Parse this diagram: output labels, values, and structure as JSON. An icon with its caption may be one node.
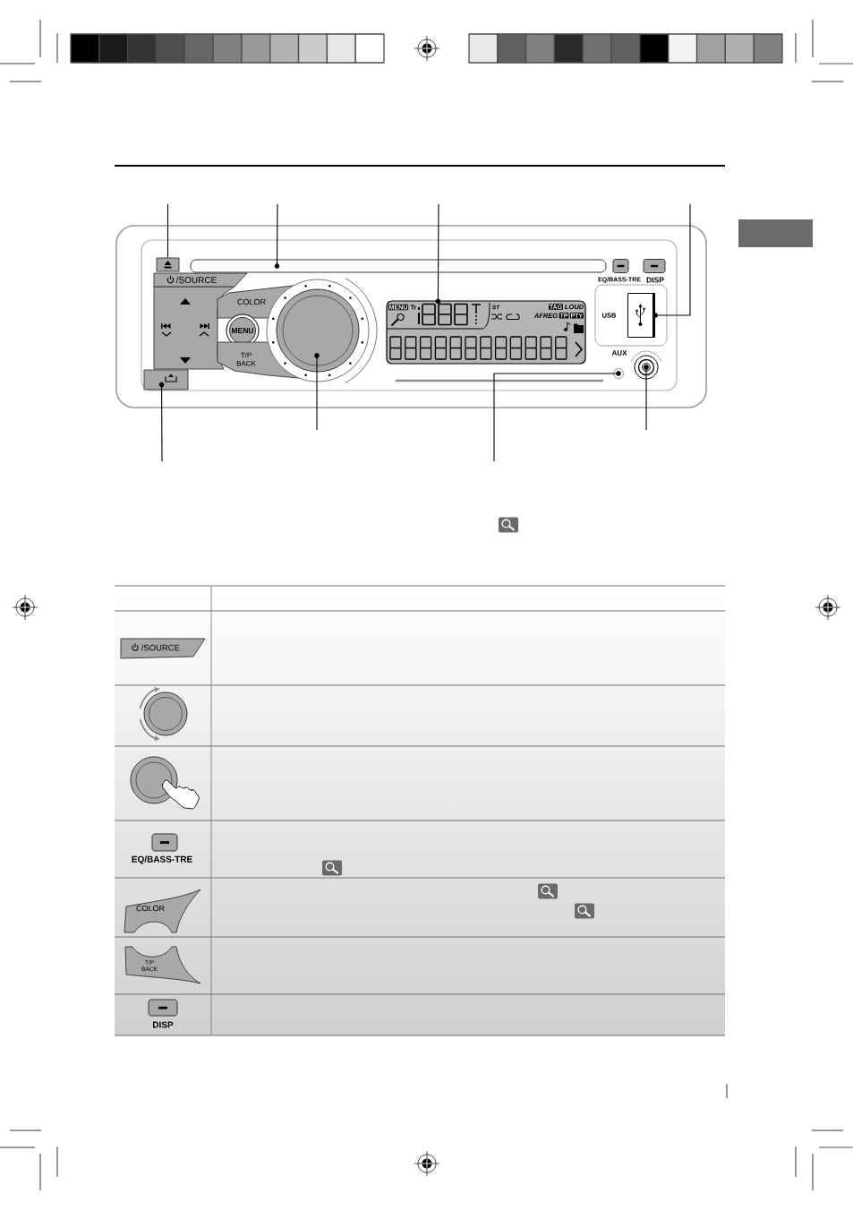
{
  "diagram": {
    "nodes": [
      {
        "text": [],
        "shape": "box"
      },
      {
        "text": [],
        "shape": "box"
      },
      {
        "text": [
          "MENU",
          "Tr",
          "ST",
          "TAG",
          "LOUD",
          "AFREG",
          "TP",
          "PTY"
        ]
      },
      {
        "text": [
          "USB"
        ]
      },
      {
        "text": [],
        "shape": "box",
        "in": 3
      },
      {
        "text": [
          "EQ/BASS-TRE"
        ]
      },
      {
        "text": [
          "DISP"
        ]
      },
      {
        "text": [
          "/SOURCE"
        ]
      },
      {
        "text": [
          "COLOR"
        ]
      },
      {
        "text": [
          "MENU"
        ]
      },
      {
        "text": [
          "T/P BACK"
        ]
      },
      {
        "text": [],
        "shape": "circle"
      },
      {
        "text": [
          "AUX"
        ]
      },
      {
        "text": [],
        "shape": "circle"
      },
      {
        "text": [],
        "shape": "box"
      },
      {
        "text": [],
        "shape": "box"
      }
    ],
    "edges": [
      {
        "from": null,
        "to": 0,
        "arrow": "none"
      },
      {
        "from": null,
        "to": 1,
        "arrow": "other"
      },
      {
        "from": null,
        "to": 2,
        "arrow": "other"
      },
      {
        "from": null,
        "to": 4,
        "arrow": "other"
      },
      {
        "from": null,
        "to": 14,
        "arrow": "other"
      },
      {
        "from": null,
        "to": 11,
        "arrow": "other"
      },
      {
        "from": null,
        "to": 13,
        "arrow": "other"
      },
      {
        "from": null,
        "to": 12,
        "arrow": "other"
      }
    ],
    "labels": [
      "/SOURCE",
      "EQ/BASS-TRE",
      "COLOR",
      "T/P BACK",
      "DISP"
    ]
  }
}
